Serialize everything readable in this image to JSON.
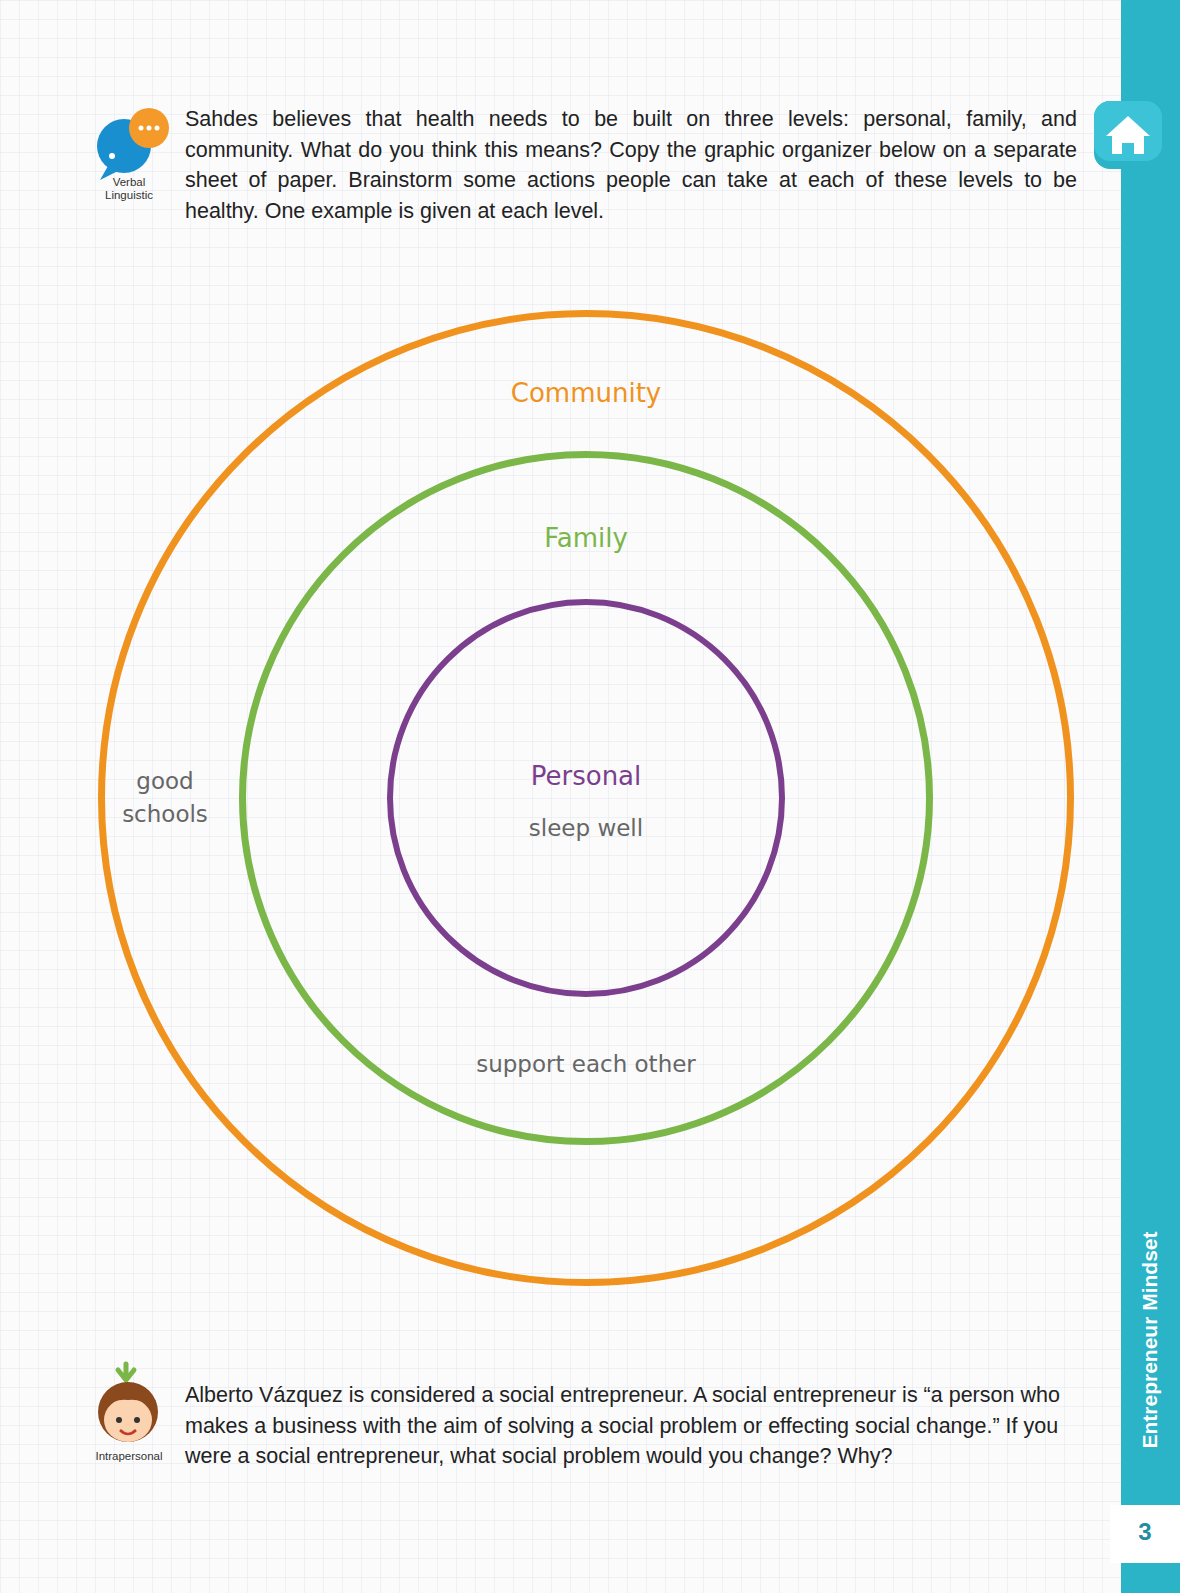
{
  "diagram": {
    "nodes": [
      {
        "text": [
          "Community",
          "good schools"
        ]
      },
      {
        "text": [
          "Family",
          "support each other"
        ],
        "in": 0
      },
      {
        "text": [
          "Personal",
          "sleep well"
        ],
        "in": 1
      }
    ],
    "labels": [
      "Sahdes believes that health needs to be built on three levels: personal, family, and community. What do you think this means? Copy the graphic organizer below on a separate sheet of paper. Brainstorm some actions people can take at each of these levels to be healthy. One example is given at each level.",
      "Verbal Linguistic",
      "Alberto Vázquez is considered a social entrepreneur. A social entrepreneur is “a person who makes a business with the aim of solving a social problem or effecting social change.” If you were a social entrepreneur, what social problem would you change? Why?",
      "Intrapersonal",
      "Entrepreneur Mindset",
      "3"
    ]
  }
}
